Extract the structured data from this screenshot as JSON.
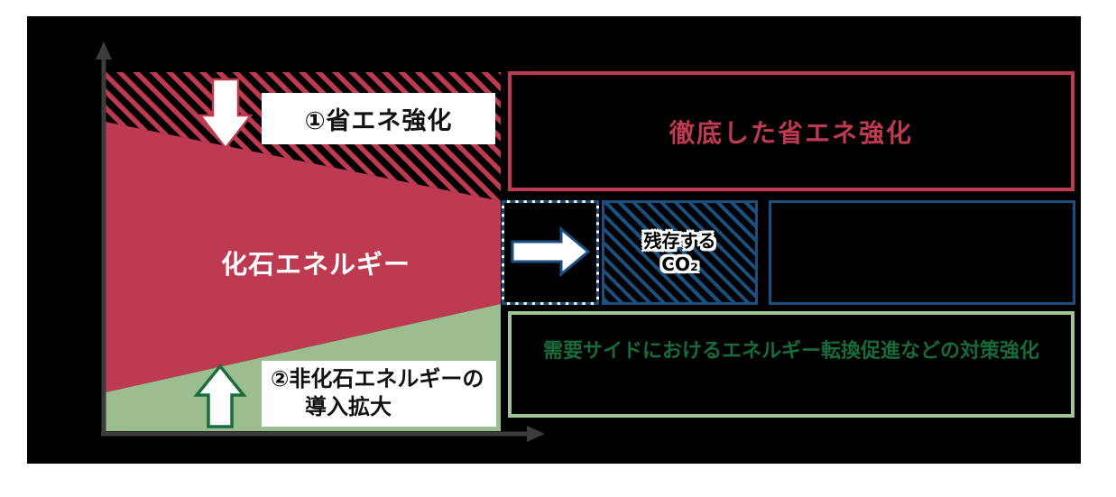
{
  "colors": {
    "crimson": "#bd3a51",
    "sage_green": "#9cbd90",
    "dark_green": "#1a6e3c",
    "text_green": "#176b3a",
    "navy_blue": "#1b4f7e",
    "axis_gray": "#3c3c3c",
    "panel_black": "#000000",
    "page_white": "#ffffff"
  },
  "chart": {
    "step1_label": "①省エネ強化",
    "fossil_label": "化石エネルギー",
    "step2_line1": "②非化石エネルギーの",
    "step2_line2": "導入拡大"
  },
  "callouts": {
    "energy_saving": "徹底した省エネ強化",
    "residual_line1": "残存する",
    "residual_line2": "CO₂",
    "demand_side": "需要サイドにおけるエネルギー転換促進などの対策強化"
  }
}
